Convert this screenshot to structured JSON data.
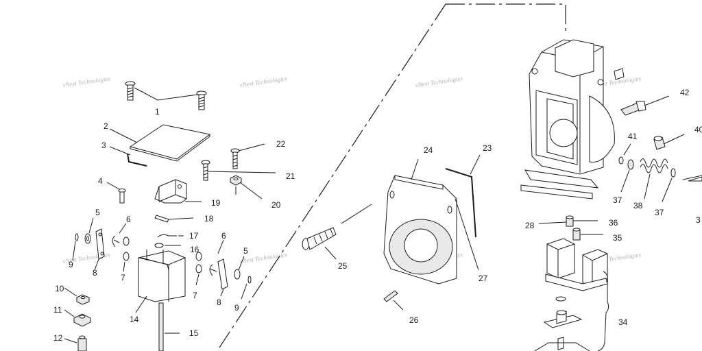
{
  "watermark": "vNext Technologies",
  "callouts": {
    "c1": "1",
    "c2": "2",
    "c3": "3",
    "c4": "4",
    "c5a": "5",
    "c5b": "5",
    "c6a": "6",
    "c6b": "6",
    "c7a": "7",
    "c7b": "7",
    "c8a": "8",
    "c8b": "8",
    "c9a": "9",
    "c9b": "9",
    "c10": "10",
    "c11": "11",
    "c12": "12",
    "c14": "14",
    "c15": "15",
    "c16": "16",
    "c17": "17",
    "c18": "18",
    "c19": "19",
    "c20": "20",
    "c21": "21",
    "c22": "22",
    "c23": "23",
    "c24": "24",
    "c25": "25",
    "c26": "26",
    "c27": "27",
    "c28": "28",
    "c34": "34",
    "c35": "35",
    "c36": "36",
    "c37a": "37",
    "c37b": "37",
    "c38": "38",
    "c40": "40",
    "c41": "41",
    "c42": "42",
    "c3r": "3"
  }
}
